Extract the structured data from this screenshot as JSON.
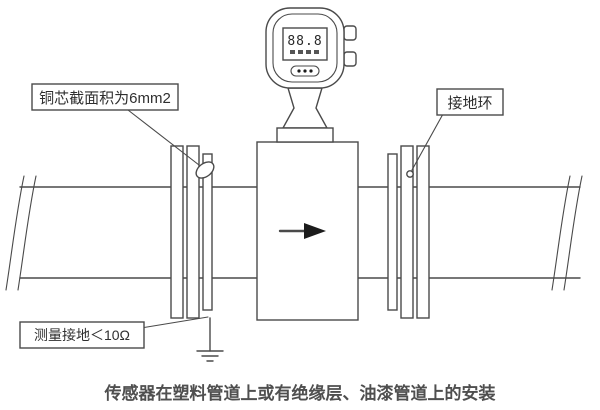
{
  "labels": {
    "copper_core": "铜芯截面积为6mm2",
    "grounding_ring": "接地环",
    "measurement_ground": "测量接地＜10Ω",
    "caption": "传感器在塑料管道上或有绝缘层、油漆管道上的安装"
  },
  "converter": {
    "lcd": "88.8"
  },
  "colors": {
    "line": "#4a4a4a",
    "ink": "#1c1c1c",
    "text": "#2f2f2f",
    "caption": "#4f4f4f",
    "background": "#ffffff"
  }
}
